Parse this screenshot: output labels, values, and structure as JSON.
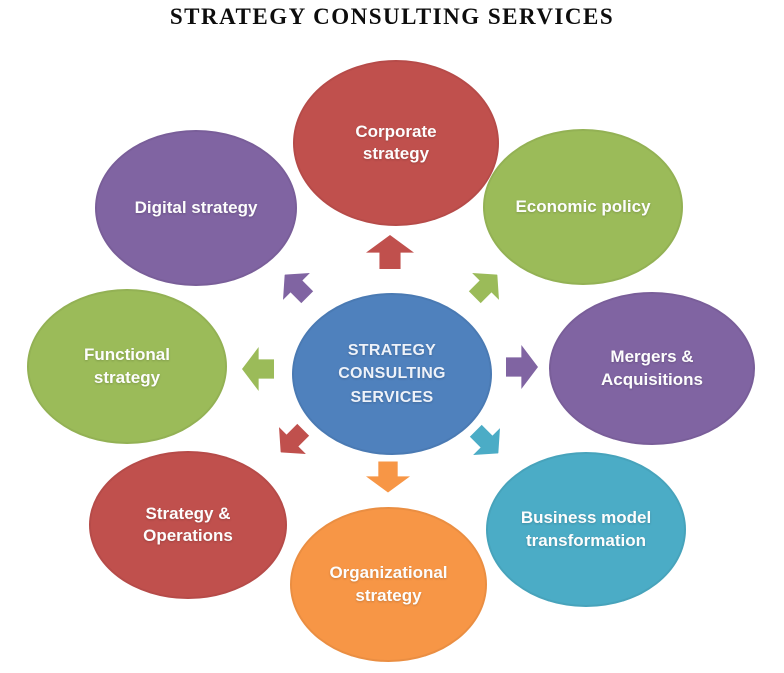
{
  "title": "STRATEGY CONSULTING SERVICES",
  "palette": {
    "blue": "#4f81bd",
    "red": "#c0504d",
    "green": "#9bbb59",
    "purple": "#8064a2",
    "teal": "#4bacc6",
    "orange": "#f79646"
  },
  "center_node": {
    "label": "STRATEGY\nCONSULTING\nSERVICES",
    "color": "#4f81bd"
  },
  "nodes": [
    {
      "label": "Corporate\nstrategy",
      "color": "#c0504d",
      "position": "top"
    },
    {
      "label": "Economic policy",
      "color": "#9bbb59",
      "position": "top-right"
    },
    {
      "label": "Mergers &\nAcquisitions",
      "color": "#8064a2",
      "position": "right"
    },
    {
      "label": "Business model\ntransformation",
      "color": "#4bacc6",
      "position": "bottom-right"
    },
    {
      "label": "Organizational\nstrategy",
      "color": "#f79646",
      "position": "bottom"
    },
    {
      "label": "Strategy &\nOperations",
      "color": "#c0504d",
      "position": "bottom-left"
    },
    {
      "label": "Functional\nstrategy",
      "color": "#9bbb59",
      "position": "left"
    },
    {
      "label": "Digital strategy",
      "color": "#8064a2",
      "position": "top-left"
    }
  ],
  "arrows": [
    {
      "direction": "up",
      "color": "#c0504d"
    },
    {
      "direction": "up-right",
      "color": "#9bbb59"
    },
    {
      "direction": "right",
      "color": "#8064a2"
    },
    {
      "direction": "down-right",
      "color": "#4bacc6"
    },
    {
      "direction": "down",
      "color": "#f79646"
    },
    {
      "direction": "down-left",
      "color": "#c0504d"
    },
    {
      "direction": "left",
      "color": "#9bbb59"
    },
    {
      "direction": "up-left",
      "color": "#8064a2"
    }
  ]
}
